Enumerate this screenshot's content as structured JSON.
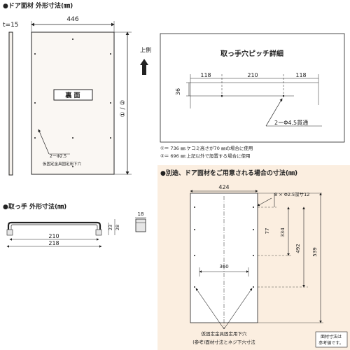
{
  "section_door": {
    "title": "●ドア面材 外形寸法(㎜)",
    "thickness": "t=15",
    "width": "446",
    "height_mark": "① / ②",
    "back_label": "裏 面",
    "hole_note": "2ーΦ2.5",
    "hole_caption": "仮固定金具固定用下穴",
    "up_label": "上側"
  },
  "section_pitch": {
    "title": "取っ手穴ピッチ詳細",
    "dims": [
      "118",
      "210",
      "118"
    ],
    "height": "36",
    "hole_note": "2ーΦ4.5貫通"
  },
  "notes": [
    "①＝ 736 ㎜:ケコミ高さが70 ㎜の場合に使用",
    "②＝ 696 ㎜:上記以外で設置する場合に使用"
  ],
  "section_handle": {
    "title": "●取っ手 外形寸法(㎜)",
    "inner": "210",
    "outer": "218",
    "depth": "18",
    "h1": "28",
    "h2": "23"
  },
  "section_custom": {
    "title": "●別途、ドア面材をご用意される場合の寸法(㎜)",
    "width": "424",
    "holes_note": "8 × Φ2.5深サ12",
    "d77": "77",
    "d334": "334",
    "d492": "492",
    "d539": "539",
    "d360": "360",
    "caption1": "仮固定金具固定用下穴",
    "caption2": "(参考)面材寸法とネジ下穴寸法",
    "note_box": [
      "面材寸法は",
      "参考値です。"
    ]
  },
  "colors": {
    "custom_bg": "#fbeee0",
    "panel_fill": "#faf7f3"
  }
}
